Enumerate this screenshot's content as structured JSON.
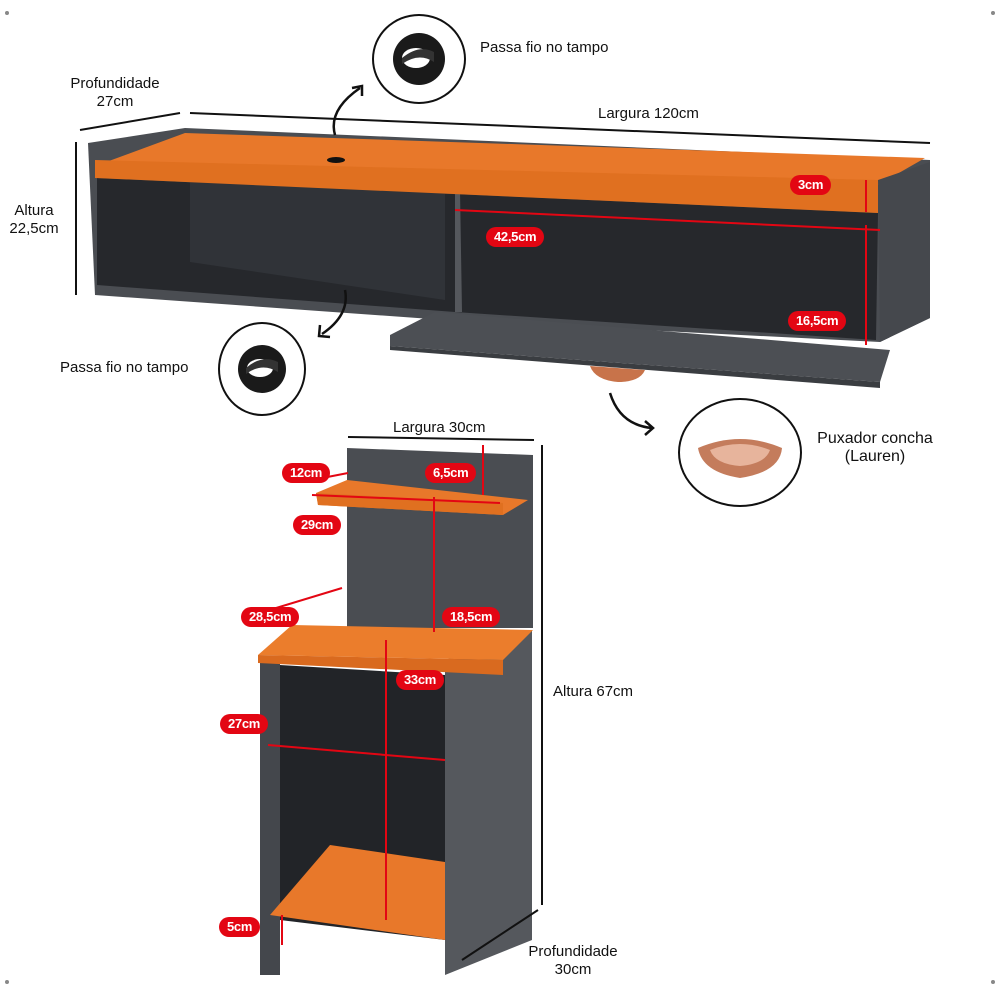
{
  "wall_unit": {
    "depth_label": "Profundidade",
    "depth_value": "27cm",
    "width_label": "Largura 120cm",
    "height_label": "Altura",
    "height_value": "22,5cm",
    "top_thickness": "3cm",
    "compartment_width": "42,5cm",
    "compartment_height": "16,5cm",
    "cable_grommet_top": "Passa fio no tampo",
    "cable_grommet_bottom": "Passa fio no tampo",
    "handle_label": "Puxador concha",
    "handle_model": "(Lauren)"
  },
  "nightstand": {
    "width_label": "Largura 30cm",
    "shelf_depth": "12cm",
    "shelf_height": "6,5cm",
    "shelf_width": "29cm",
    "top_depth": "28,5cm",
    "shelf_gap": "18,5cm",
    "inner_height": "33cm",
    "inner_width": "27cm",
    "base_height": "5cm",
    "height_label": "Altura 67cm",
    "depth_label": "Profundidade",
    "depth_value": "30cm"
  },
  "colors": {
    "wood": "#e8782a",
    "panel": "#4a4d52",
    "interior": "#25272b",
    "tag": "#e30613"
  }
}
